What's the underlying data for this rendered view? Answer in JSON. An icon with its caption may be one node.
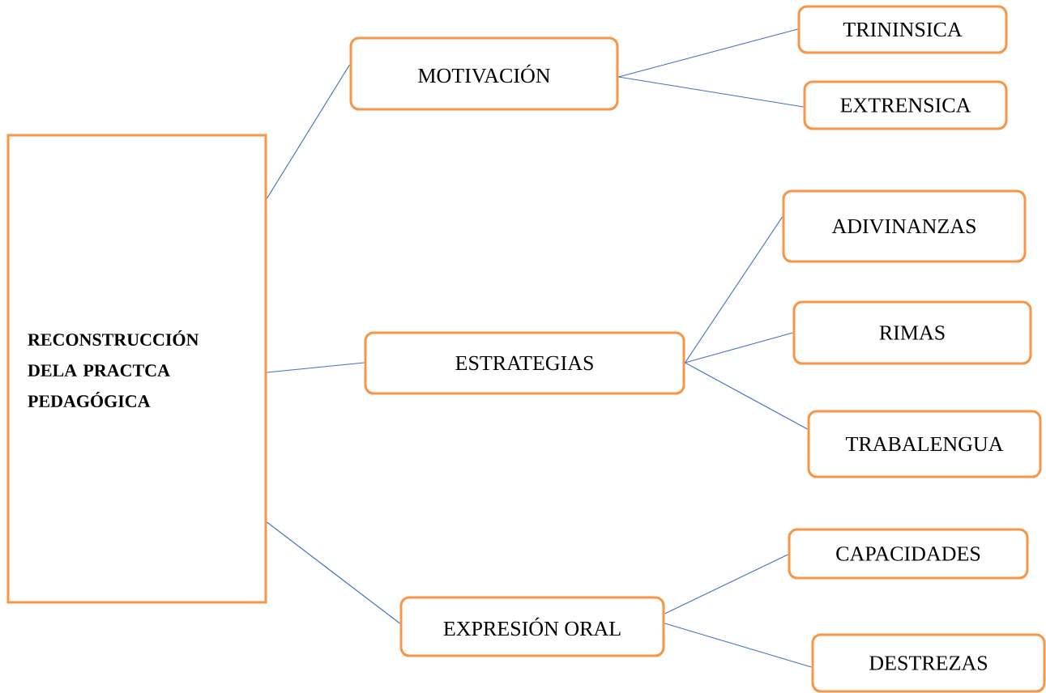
{
  "diagram": {
    "nodes": [
      {
        "text": [
          "RECONSTRUCCIÓN DELA PRACTCA PEDAGÓGICA"
        ]
      },
      {
        "text": [
          "MOTIVACIÓN"
        ]
      },
      {
        "text": [
          "TRININSICA"
        ]
      },
      {
        "text": [
          "EXTRENSICA"
        ]
      },
      {
        "text": [
          "ESTRATEGIAS"
        ]
      },
      {
        "text": [
          "ADIVINANZAS"
        ]
      },
      {
        "text": [
          "RIMAS"
        ]
      },
      {
        "text": [
          "TRABALENGUA"
        ]
      },
      {
        "text": [
          "EXPRESIÓN ORAL"
        ]
      },
      {
        "text": [
          "CAPACIDADES"
        ]
      },
      {
        "text": [
          "DESTREZAS"
        ]
      }
    ],
    "edges": [
      {
        "from": 0,
        "to": 1,
        "arrow": "none"
      },
      {
        "from": 1,
        "to": 2,
        "arrow": "none"
      },
      {
        "from": 1,
        "to": 3,
        "arrow": "none"
      },
      {
        "from": 0,
        "to": 4,
        "arrow": "none"
      },
      {
        "from": 4,
        "to": 5,
        "arrow": "none"
      },
      {
        "from": 4,
        "to": 6,
        "arrow": "none"
      },
      {
        "from": 4,
        "to": 7,
        "arrow": "none"
      },
      {
        "from": 0,
        "to": 8,
        "arrow": "none"
      },
      {
        "from": 8,
        "to": 9,
        "arrow": "none"
      },
      {
        "from": 8,
        "to": 10,
        "arrow": "none"
      }
    ]
  }
}
